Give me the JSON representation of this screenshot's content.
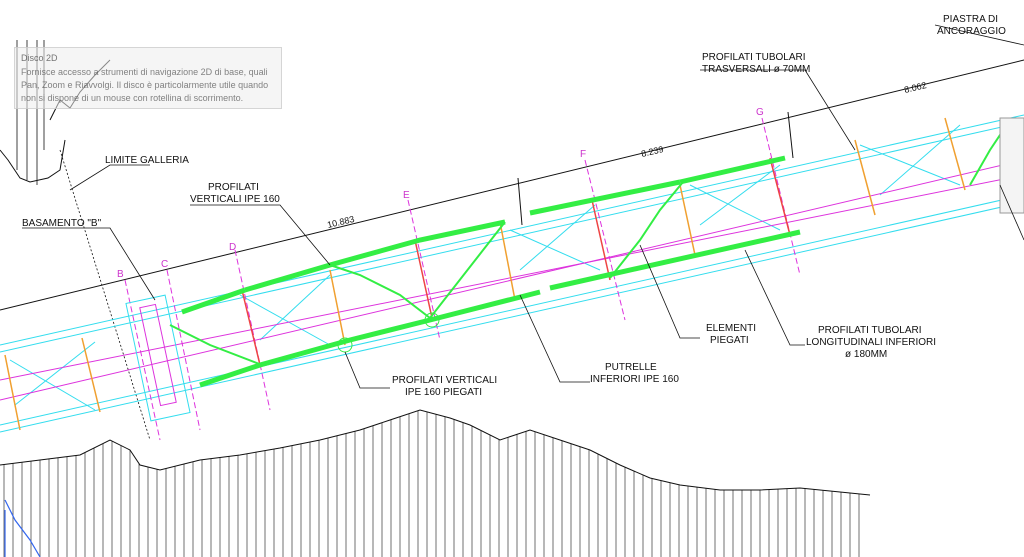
{
  "labels": {
    "piastra": [
      "PIASTRA DI",
      "ANCORAGGIO"
    ],
    "profilati_tubolari_trasversali": [
      "PROFILATI TUBOLARI",
      "TRASVERSALI ø 70MM"
    ],
    "limite_galleria": "LIMITE GALLERIA",
    "profilati_verticali": [
      "PROFILATI",
      "VERTICALI IPE 160"
    ],
    "basamento": "BASAMENTO \"B\"",
    "profilati_verticali_piegati": [
      "PROFILATI VERTICALI",
      "IPE 160 PIEGATI"
    ],
    "putrelle": [
      "PUTRELLE",
      "INFERIORI IPE 160"
    ],
    "elementi_piegati": [
      "ELEMENTI",
      "PIEGATI"
    ],
    "profilati_tubolari_longitudinali": [
      "PROFILATI TUBOLARI",
      "LONGITUDINALI INFERIORI",
      "ø 180MM"
    ]
  },
  "dimensions": {
    "d1": "10.883",
    "d2": "8.239",
    "d3": "8.062"
  },
  "sections": {
    "b": "B",
    "c": "C",
    "d": "D",
    "e": "E",
    "f": "F",
    "g": "G"
  },
  "tooltip": {
    "title": "Disco 2D",
    "text": "Fornisce accesso a strumenti di navigazione 2D di base, quali Pan, Zoom e Riavvolgi. Il disco è particolarmente utile quando non si dispone di un mouse con rotellina di scorrimento."
  },
  "colors": {
    "green": "#33ee44",
    "cyan": "#33ddee",
    "magenta": "#dd33dd",
    "orange": "#f0a030",
    "red": "#ee4444",
    "black": "#111111"
  }
}
